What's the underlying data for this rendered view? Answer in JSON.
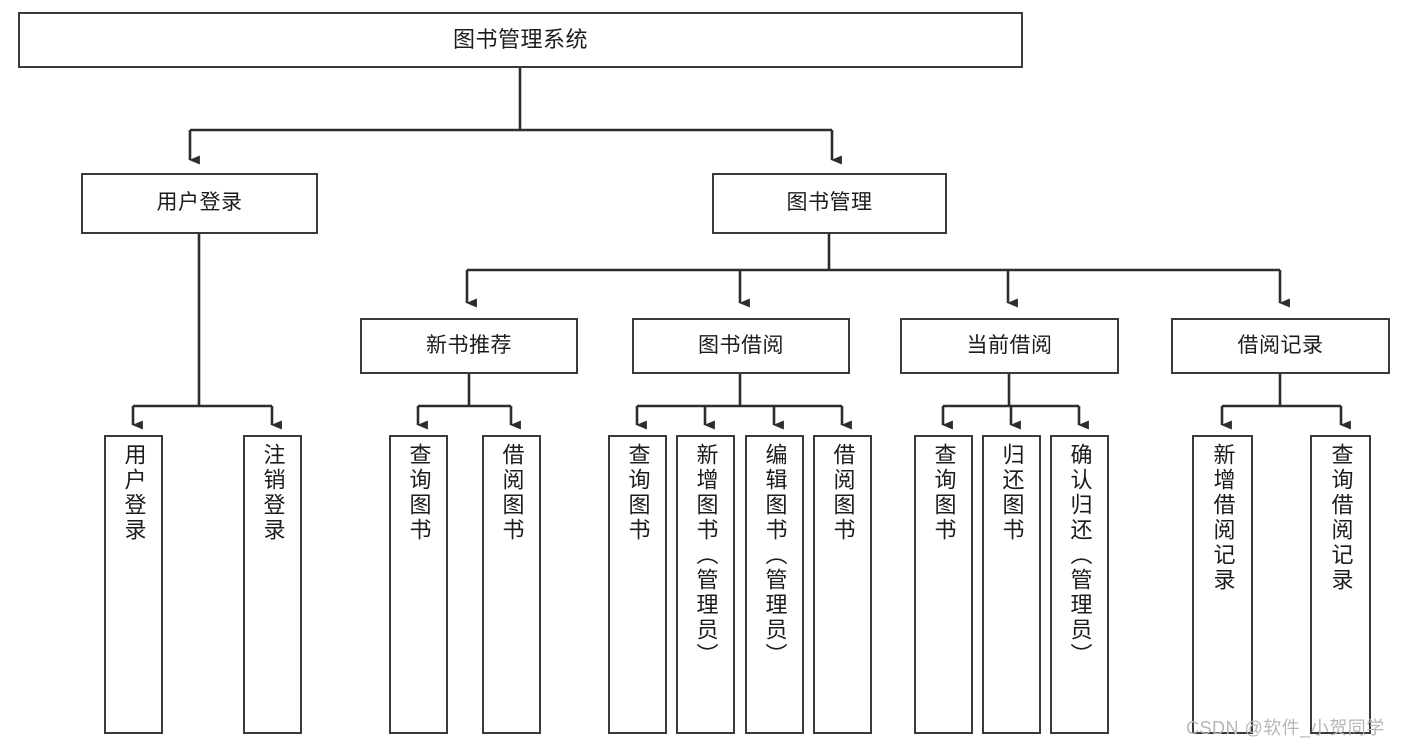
{
  "diagram": {
    "type": "tree-hierarchy",
    "title": "图书管理系统",
    "watermark": "CSDN @软件_小贺同学",
    "colors": {
      "box_border": "#3a3a3a",
      "box_fill": "#ffffff",
      "line": "#2d2d2d",
      "text": "#1c1c1c",
      "watermark": "#b7b7b7",
      "background": "#ffffff"
    },
    "nodes": {
      "root": {
        "label": "图书管理系统"
      },
      "level2": [
        {
          "id": "user-login",
          "label": "用户登录"
        },
        {
          "id": "book-management",
          "label": "图书管理"
        }
      ],
      "level3": [
        {
          "id": "new-book-recommend",
          "label": "新书推荐"
        },
        {
          "id": "book-borrow",
          "label": "图书借阅"
        },
        {
          "id": "current-borrow",
          "label": "当前借阅"
        },
        {
          "id": "borrow-record",
          "label": "借阅记录"
        }
      ],
      "leaves": {
        "user-login": [
          {
            "id": "leaf-user-login",
            "label": "用户登录"
          },
          {
            "id": "leaf-user-logout",
            "label": "注销登录"
          }
        ],
        "new-book-recommend": [
          {
            "id": "leaf-query-book-1",
            "label": "查询图书"
          },
          {
            "id": "leaf-borrow-book-1",
            "label": "借阅图书"
          }
        ],
        "book-borrow": [
          {
            "id": "leaf-query-book-2",
            "label": "查询图书"
          },
          {
            "id": "leaf-add-book",
            "label": "新增图书（管理员）"
          },
          {
            "id": "leaf-edit-book",
            "label": "编辑图书（管理员）"
          },
          {
            "id": "leaf-borrow-book-2",
            "label": "借阅图书"
          }
        ],
        "current-borrow": [
          {
            "id": "leaf-query-book-3",
            "label": "查询图书"
          },
          {
            "id": "leaf-return-book",
            "label": "归还图书"
          },
          {
            "id": "leaf-confirm-return",
            "label": "确认归还（管理员）"
          }
        ],
        "borrow-record": [
          {
            "id": "leaf-add-record",
            "label": "新增借阅记录"
          },
          {
            "id": "leaf-query-record",
            "label": "查询借阅记录"
          }
        ]
      }
    }
  }
}
